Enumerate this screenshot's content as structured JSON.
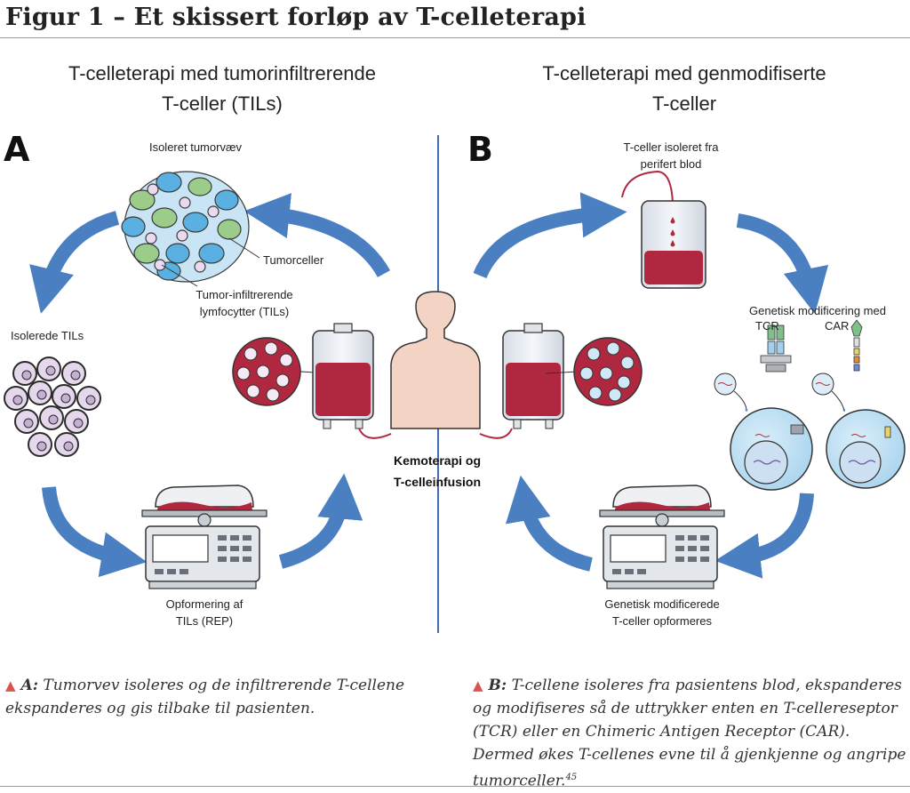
{
  "figure": {
    "title": "Figur 1 – Et skissert forløp av T-celleterapi"
  },
  "panel_a": {
    "letter": "A",
    "heading_line1": "T-celleterapi med tumorinfiltrerende",
    "heading_line2": "T-celler (TILs)",
    "label_tissue": "Isoleret tumorvæv",
    "label_tumorcells": "Tumorceller",
    "label_til_line1": "Tumor-infiltrerende",
    "label_til_line2": "lymfocytter (TILs)",
    "label_isolated": "Isolerede TILs",
    "label_rep_line1": "Opformering af",
    "label_rep_line2": "TILs (REP)"
  },
  "panel_b": {
    "letter": "B",
    "heading_line1": "T-celleterapi med genmodifiserte",
    "heading_line2": "T-celler",
    "label_blood_line1": "T-celler isoleret fra",
    "label_blood_line2": "perifert blod",
    "label_gen": "Genetisk modificering med",
    "label_tcr": "TCR",
    "label_car": "CAR",
    "label_exp_line1": "Genetisk modificerede",
    "label_exp_line2": "T-celler opformeres"
  },
  "center": {
    "line1": "Kemoterapi og",
    "line2": "T-celleinfusion"
  },
  "captions": {
    "a_label": "A:",
    "a_text": "Tumorvev isoleres og de infiltrerende T-cellene ekspanderes og gis tilbake til pasienten.",
    "b_label": "B:",
    "b_text": "T-cellene isoleres fra pasientens blod, ekspanderes og modifiseres så de uttrykker enten en T-cellereseptor (TCR) eller en Chimeric Antigen Receptor (CAR). Dermed økes T-cellenes evne til å gjenkjenne og angripe tumorceller.",
    "b_ref": "45"
  },
  "colors": {
    "arrow": "#4a7fc1",
    "blood": "#b0283f",
    "divider": "#3f6fb3",
    "tumor_green": "#9ccc8a",
    "tumor_blue": "#5ab0e0",
    "lymph": "#e6d8ec",
    "skin": "#f2d3c4"
  }
}
